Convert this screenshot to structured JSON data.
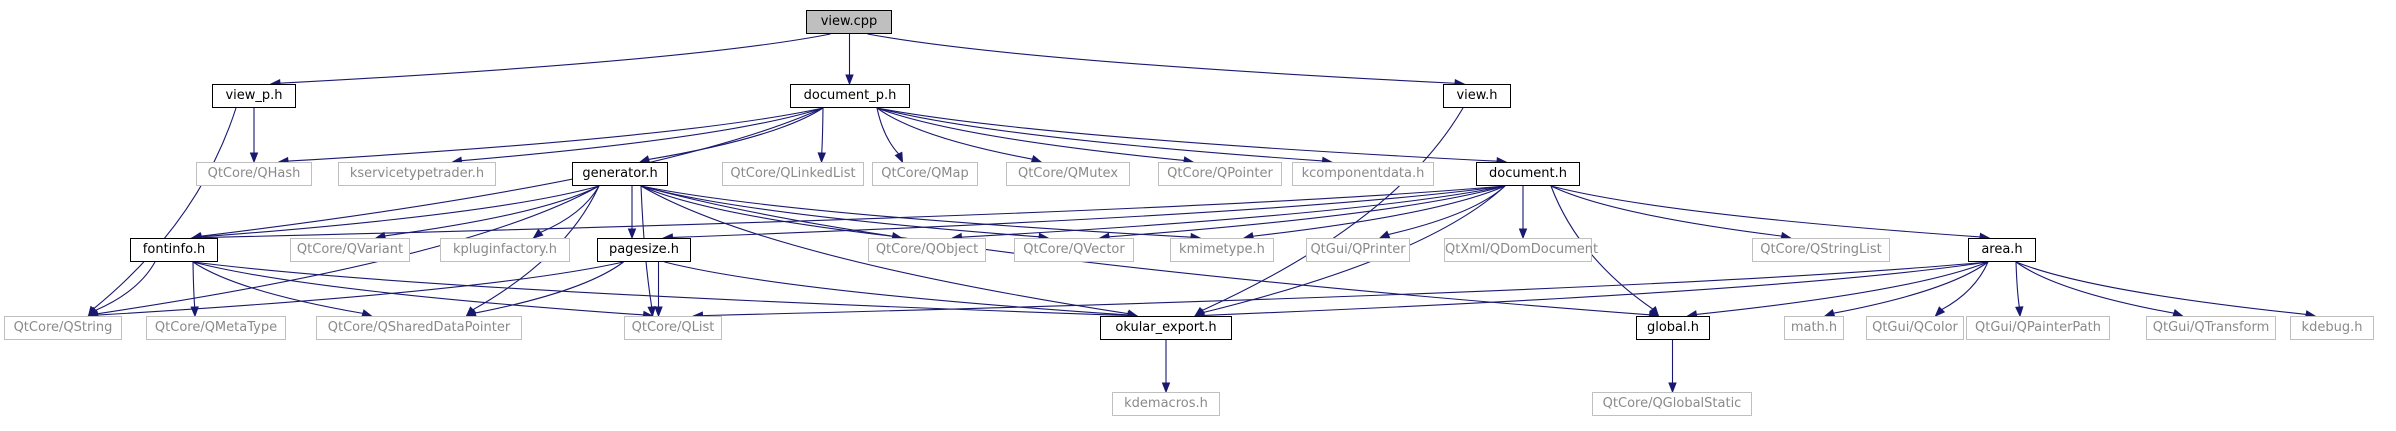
{
  "colors": {
    "edge": "#191970",
    "local_border": "#000000",
    "external_border": "#bfbfbf",
    "external_text": "#8a8a8a",
    "root_fill": "#bfbfbf"
  },
  "nodes": {
    "view_cpp": "view.cpp",
    "view_p_h": "view_p.h",
    "document_p_h": "document_p.h",
    "view_h": "view.h",
    "qhash": "QtCore/QHash",
    "kservicetypetrader_h": "kservicetypetrader.h",
    "generator_h": "generator.h",
    "qlinkedlist": "QtCore/QLinkedList",
    "qmap": "QtCore/QMap",
    "qmutex": "QtCore/QMutex",
    "qpointer": "QtCore/QPointer",
    "kcomponentdata_h": "kcomponentdata.h",
    "document_h": "document.h",
    "fontinfo_h": "fontinfo.h",
    "qvariant": "QtCore/QVariant",
    "kpluginfactory_h": "kpluginfactory.h",
    "pagesize_h": "pagesize.h",
    "qobject": "QtCore/QObject",
    "qvector": "QtCore/QVector",
    "kmimetype_h": "kmimetype.h",
    "qprinter": "QtGui/QPrinter",
    "qdomdocument": "QtXml/QDomDocument",
    "qstringlist": "QtCore/QStringList",
    "area_h": "area.h",
    "qstring": "QtCore/QString",
    "qmetatype": "QtCore/QMetaType",
    "qshareddatapointer": "QtCore/QSharedDataPointer",
    "qlist": "QtCore/QList",
    "okular_export_h": "okular_export.h",
    "global_h": "global.h",
    "math_h": "math.h",
    "qcolor": "QtGui/QColor",
    "qpainterpath": "QtGui/QPainterPath",
    "qtransform": "QtGui/QTransform",
    "kdebug_h": "kdebug.h",
    "kdemacros_h": "kdemacros.h",
    "qglobalstatic": "QtCore/QGlobalStatic"
  },
  "edges": [
    [
      "view_cpp",
      "view_p_h"
    ],
    [
      "view_cpp",
      "document_p_h"
    ],
    [
      "view_cpp",
      "view_h"
    ],
    [
      "view_p_h",
      "qhash"
    ],
    [
      "view_p_h",
      "qstring"
    ],
    [
      "document_p_h",
      "qhash"
    ],
    [
      "document_p_h",
      "kservicetypetrader_h"
    ],
    [
      "document_p_h",
      "generator_h"
    ],
    [
      "document_p_h",
      "qlinkedlist"
    ],
    [
      "document_p_h",
      "qmap"
    ],
    [
      "document_p_h",
      "qmutex"
    ],
    [
      "document_p_h",
      "qpointer"
    ],
    [
      "document_p_h",
      "kcomponentdata_h"
    ],
    [
      "document_p_h",
      "document_h"
    ],
    [
      "document_p_h",
      "fontinfo_h"
    ],
    [
      "view_h",
      "okular_export_h"
    ],
    [
      "generator_h",
      "fontinfo_h"
    ],
    [
      "generator_h",
      "qvariant"
    ],
    [
      "generator_h",
      "kpluginfactory_h"
    ],
    [
      "generator_h",
      "pagesize_h"
    ],
    [
      "generator_h",
      "qobject"
    ],
    [
      "generator_h",
      "qvector"
    ],
    [
      "generator_h",
      "kmimetype_h"
    ],
    [
      "generator_h",
      "qstring"
    ],
    [
      "generator_h",
      "qshareddatapointer"
    ],
    [
      "generator_h",
      "qlist"
    ],
    [
      "generator_h",
      "okular_export_h"
    ],
    [
      "generator_h",
      "global_h"
    ],
    [
      "document_h",
      "fontinfo_h"
    ],
    [
      "document_h",
      "pagesize_h"
    ],
    [
      "document_h",
      "qobject"
    ],
    [
      "document_h",
      "qvector"
    ],
    [
      "document_h",
      "kmimetype_h"
    ],
    [
      "document_h",
      "qprinter"
    ],
    [
      "document_h",
      "qdomdocument"
    ],
    [
      "document_h",
      "qstringlist"
    ],
    [
      "document_h",
      "area_h"
    ],
    [
      "document_h",
      "okular_export_h"
    ],
    [
      "document_h",
      "global_h"
    ],
    [
      "fontinfo_h",
      "qstring"
    ],
    [
      "fontinfo_h",
      "qmetatype"
    ],
    [
      "fontinfo_h",
      "qshareddatapointer"
    ],
    [
      "fontinfo_h",
      "qlist"
    ],
    [
      "fontinfo_h",
      "okular_export_h"
    ],
    [
      "pagesize_h",
      "qstring"
    ],
    [
      "pagesize_h",
      "qshareddatapointer"
    ],
    [
      "pagesize_h",
      "qlist"
    ],
    [
      "pagesize_h",
      "okular_export_h"
    ],
    [
      "area_h",
      "qlist"
    ],
    [
      "area_h",
      "okular_export_h"
    ],
    [
      "area_h",
      "global_h"
    ],
    [
      "area_h",
      "math_h"
    ],
    [
      "area_h",
      "qcolor"
    ],
    [
      "area_h",
      "qpainterpath"
    ],
    [
      "area_h",
      "qtransform"
    ],
    [
      "area_h",
      "kdebug_h"
    ],
    [
      "okular_export_h",
      "kdemacros_h"
    ],
    [
      "global_h",
      "qglobalstatic"
    ]
  ]
}
